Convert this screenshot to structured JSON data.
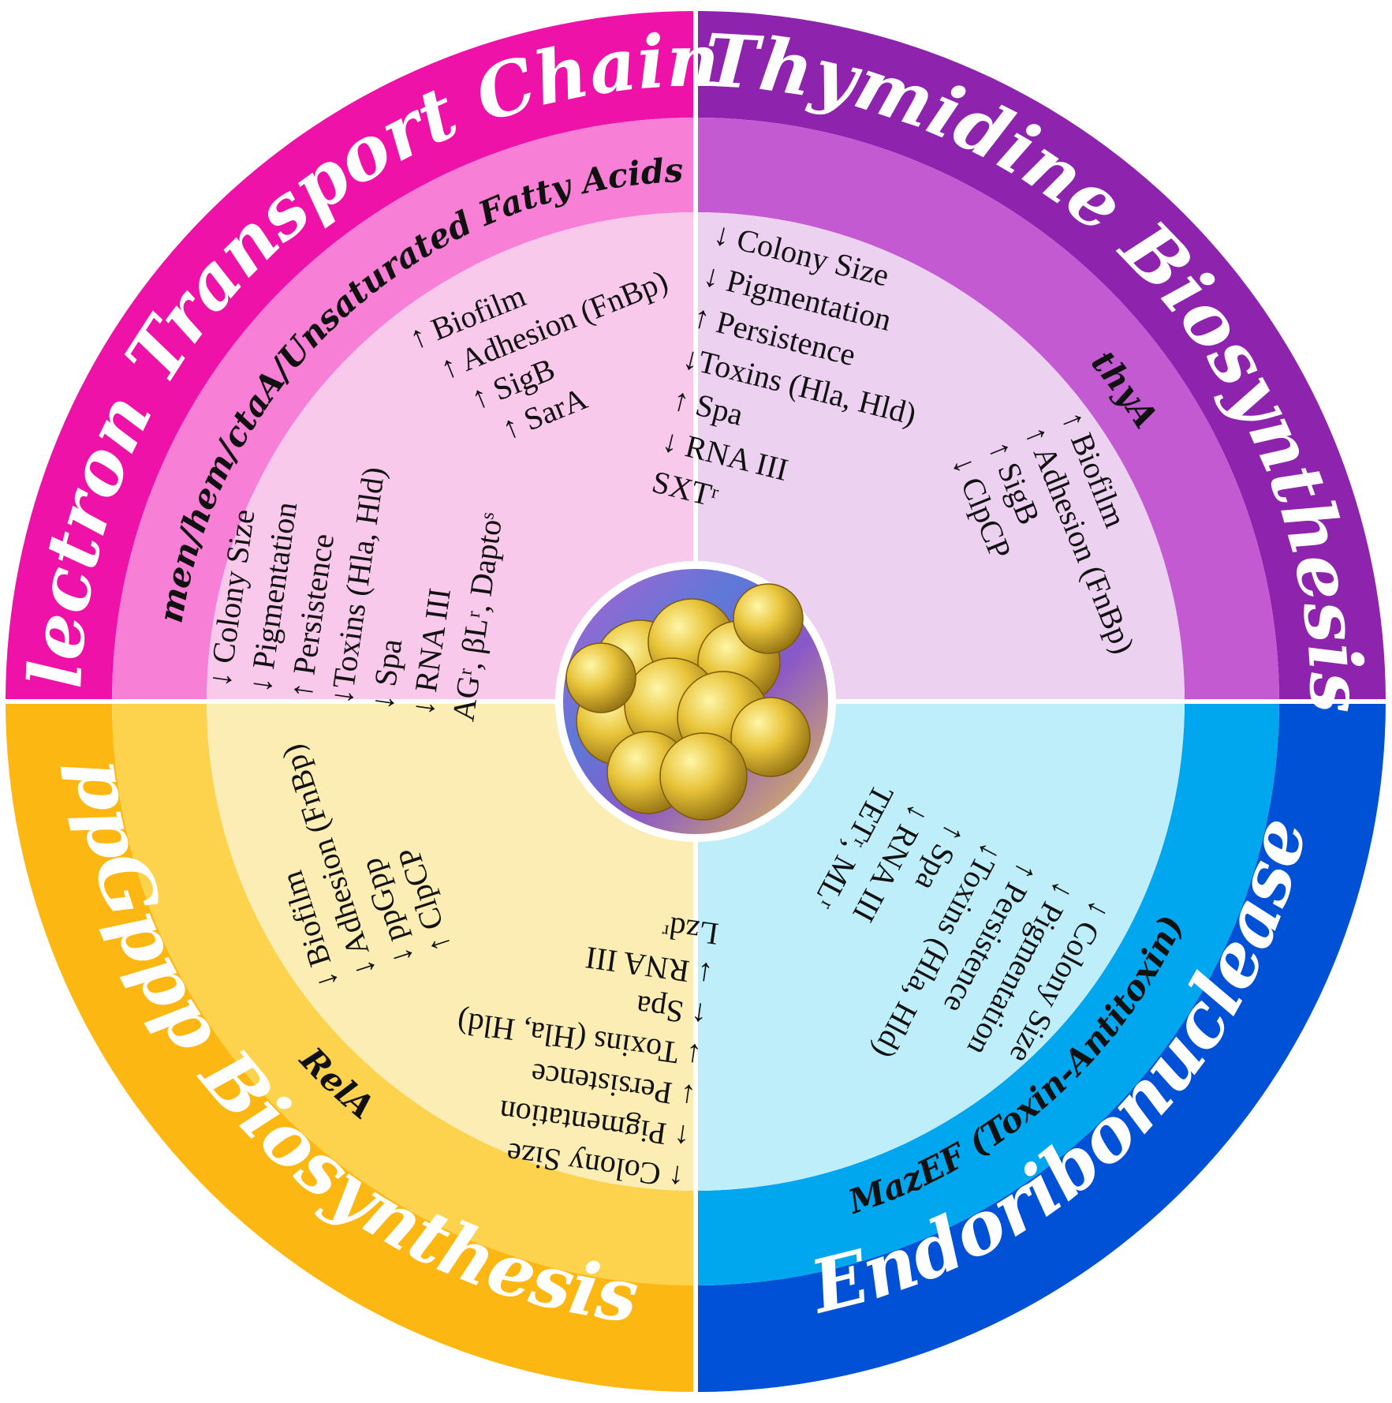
{
  "colors": {
    "etc_outer": "#ee12a8",
    "etc_mid": "#f77fd6",
    "etc_inner": "#f9c9ec",
    "thy_outer": "#8e24ad",
    "thy_mid": "#c35ad2",
    "thy_inner": "#ecd1f0",
    "endo_outer": "#0051d6",
    "endo_mid": "#00a7ef",
    "endo_inner": "#bfeefb",
    "ppg_outer": "#fdb713",
    "ppg_mid": "#fdd34e",
    "ppg_inner": "#fcedb5"
  },
  "quadrants": {
    "etc": {
      "title": "Electron Transport Chain",
      "gene": "men/hem/ctaA/Unsaturated Fatty Acids",
      "list_a": [
        "↓ Colony Size",
        "↓ Pigmentation",
        "↑ Persistence",
        "↓Toxins (Hla, Hld)",
        "↓ Spa",
        "↓ RNA III",
        "AGʳ, βLʳ, Daptoˢ"
      ],
      "list_b": [
        "↑ Biofilm",
        "↑ Adhesion (FnBp)",
        "↑ SigB",
        "↑ SarA"
      ]
    },
    "thy": {
      "title": "Thymidine Biosynthesis",
      "gene": "thyA",
      "list_a": [
        "↓ Colony Size",
        "↓ Pigmentation",
        "↑ Persistence",
        "↓Toxins (Hla, Hld)",
        "↑ Spa",
        "↓ RNA III",
        "SXTʳ"
      ],
      "list_b": [
        "↑ Biofilm",
        "↑ Adhesion (FnBp)",
        "↑ SigB",
        "↓ ClpCP"
      ]
    },
    "endo": {
      "title": "Endoribonuclease",
      "gene": "MazEF (Toxin-Antitoxin)",
      "list_a": [
        "↓ Colony Size",
        "↓ Pigmentation",
        "↑ Persistence",
        "↓Toxins (Hla, Hld)",
        "↑ Spa",
        "↓ RNA III",
        "TETʳ, MLʳ"
      ]
    },
    "ppg": {
      "title": "ppGppp Biosynthesis",
      "gene": "RelA",
      "list_a": [
        "↑ Colony Size",
        "↑ Pigmentation",
        "↓ Persistence",
        "↓ Toxins (Hla, Hld)",
        "↑ Spa",
        "↓ RNA III",
        "Lzdʳ"
      ],
      "list_b": [
        "↓ Biofilm",
        "↓ Adhesion (FnBp)",
        "↓ ppGpp",
        "↑ ClpCP"
      ]
    }
  },
  "center": {
    "icon": "staphylococcus-cluster-icon"
  }
}
